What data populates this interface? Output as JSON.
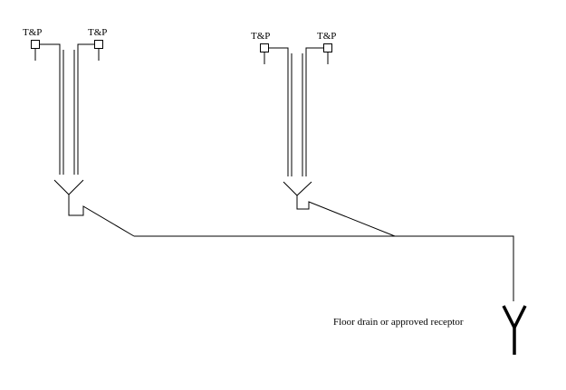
{
  "valves": [
    {
      "label": "T&P"
    },
    {
      "label": "T&P"
    },
    {
      "label": "T&P"
    },
    {
      "label": "T&P"
    }
  ],
  "receptor": {
    "label": "Floor drain or approved receptor"
  },
  "colors": {
    "line": "#000000",
    "background": "#ffffff"
  }
}
